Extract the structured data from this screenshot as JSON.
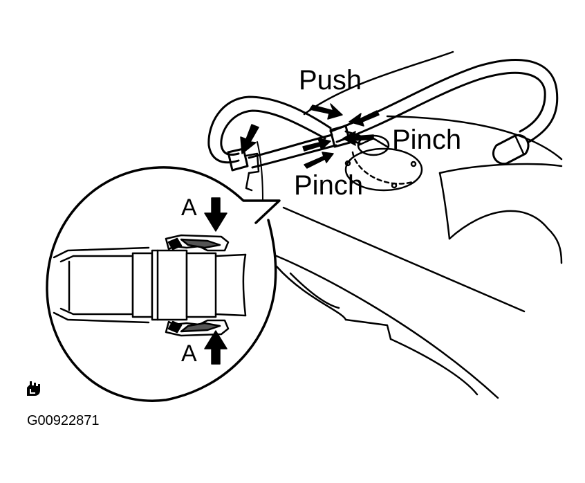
{
  "labels": {
    "push": "Push",
    "pinch_right": "Pinch",
    "pinch_lower": "Pinch",
    "a_top": "A",
    "a_bottom": "A",
    "figure_code": "G00922871"
  },
  "icons": {
    "caution": "hand-caution-icon"
  },
  "colors": {
    "line": "#000000",
    "background": "#ffffff",
    "seal_fill": "#555555"
  }
}
